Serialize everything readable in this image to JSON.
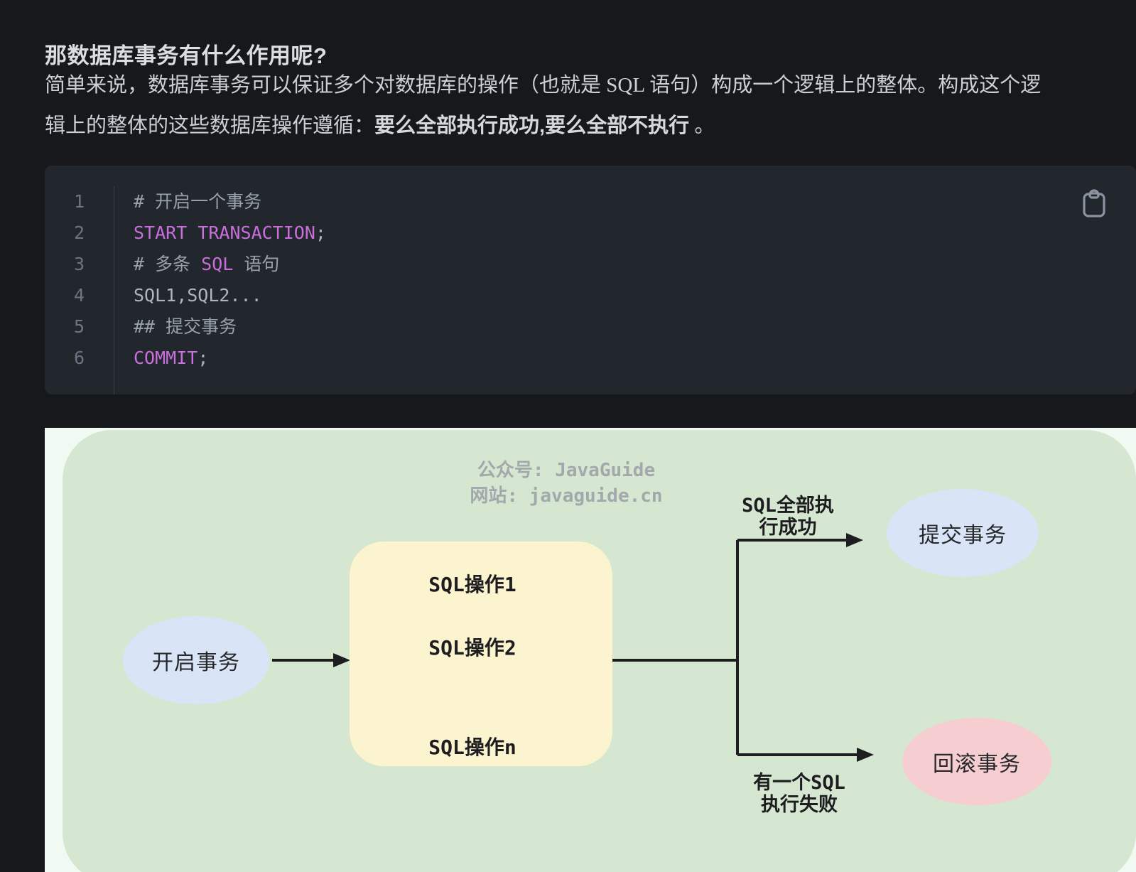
{
  "article": {
    "heading": "那数据库事务有什么作用呢?",
    "paragraph": {
      "line1": "简单来说，数据库事务可以保证多个对数据库的操作（也就是 SQL 语句）构成一个逻辑上的整体。构成这个逻",
      "line2_prefix": "辑上的整体的这些数据库操作遵循：",
      "line2_bold": "要么全部执行成功,要么全部不执行",
      "line2_suffix": " 。"
    }
  },
  "code_block": {
    "language": "sql",
    "copy_icon": "clipboard-icon",
    "colors": {
      "background": "#22262d",
      "keyword": "#c96fdb",
      "comment": "#98a1ab",
      "plain": "#aeb5c0",
      "line_number": "#6d7582"
    },
    "lines": [
      {
        "num": "1",
        "seg0": "# 开启一个事务"
      },
      {
        "num": "2",
        "seg0": "START TRANSACTION",
        "seg1": ";"
      },
      {
        "num": "3",
        "seg0": "# 多条 ",
        "seg1": "SQL",
        "seg2": " 语句"
      },
      {
        "num": "4",
        "seg0": "SQL1,SQL2..."
      },
      {
        "num": "5",
        "seg0": "## 提交事务"
      },
      {
        "num": "6",
        "seg0": "COMMIT",
        "seg1": ";"
      }
    ]
  },
  "diagram": {
    "watermark": {
      "line1": "公众号: JavaGuide",
      "line2": "网站: javaguide.cn"
    },
    "nodes": {
      "start": "开启事务",
      "sql_step_1": "SQL操作1",
      "sql_step_2": "SQL操作2",
      "sql_step_n": "SQL操作n",
      "commit": "提交事务",
      "rollback": "回滚事务"
    },
    "labels": {
      "success_line1": "SQL全部执",
      "success_line2": "行成功",
      "fail_line1": "有一个SQL",
      "fail_line2": "执行失败"
    },
    "colors": {
      "canvas": "#f0faf3",
      "panel": "#d5e6d1",
      "process_box": "#fcf3cf",
      "start_commit_node": "#d9e4f7",
      "rollback_node": "#f6ced2",
      "line": "#1e1e20",
      "watermark": "#a2a8ab"
    }
  }
}
